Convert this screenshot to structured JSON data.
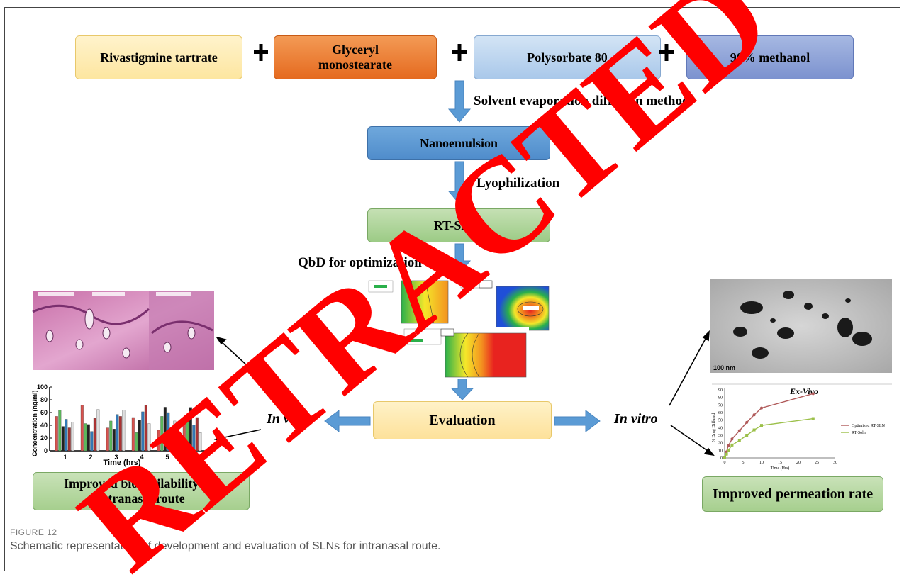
{
  "ingredients": {
    "rivastigmine": "Rivastigmine tartrate",
    "glyceryl": "Glyceryl monostearate",
    "polysorbate": "Polysorbate 80",
    "methanol": "90% methanol"
  },
  "steps": {
    "solvent_method": "Solvent evaporation diffusion method",
    "nanoemulsion": "Nanoemulsion",
    "lyophilization": "Lyophilization",
    "rt_slns": "RT-SLNs",
    "qbd": "QbD for optimization",
    "evaluation": "Evaluation",
    "in_vivo": "In vivo",
    "in_vitro": "In vitro"
  },
  "outcomes": {
    "bioavailability": "Improved bioavailability via intranasal route",
    "permeation": "Improved permeation rate"
  },
  "invivo_chart": {
    "ylabel": "Concentration (ng/ml)",
    "xlabel": "Time (hrs)",
    "yticks": [
      "100",
      "80",
      "60",
      "40",
      "20",
      "0"
    ],
    "xticks": [
      "1",
      "2",
      "3",
      "4",
      "5",
      "6"
    ]
  },
  "exvivo_chart": {
    "title": "Ex-Vivo",
    "ylabel": "% Drug Diffused",
    "xlabel": "Time (Hrs)",
    "yticks": [
      "90",
      "80",
      "70",
      "60",
      "50",
      "40",
      "30",
      "20",
      "10",
      "0"
    ],
    "xticks": [
      "0",
      "5",
      "10",
      "15",
      "20",
      "25",
      "30"
    ],
    "series": [
      {
        "name": "Optimized RT-SLN",
        "color": "#b05a5a",
        "x": [
          0,
          0.5,
          1,
          2,
          4,
          6,
          8,
          10,
          24
        ],
        "y": [
          0,
          8,
          16,
          25,
          36,
          47,
          57,
          66,
          85
        ]
      },
      {
        "name": "RT-Soln",
        "color": "#9cc04a",
        "x": [
          0,
          0.5,
          1,
          2,
          4,
          6,
          8,
          10,
          24
        ],
        "y": [
          0,
          5,
          10,
          17,
          23,
          30,
          37,
          43,
          52
        ]
      }
    ]
  },
  "tem": {
    "scale": "100 nm"
  },
  "caption": {
    "label": "FIGURE 12",
    "text": "Schematic representation of development and evaluation of SLNs for intranasal route."
  },
  "watermark": "RETRACTED",
  "colors": {
    "yellow_box": "#fde9a9",
    "orange_box": "#ec7a2c",
    "light_blue_box": "#b9d3ee",
    "purple_box": "#8ea4d8",
    "blue_box": "#5b9bd5",
    "green_box": "#a9d18e",
    "arrow_blue": "#5b9bd5",
    "watermark_red": "#ff0000"
  }
}
